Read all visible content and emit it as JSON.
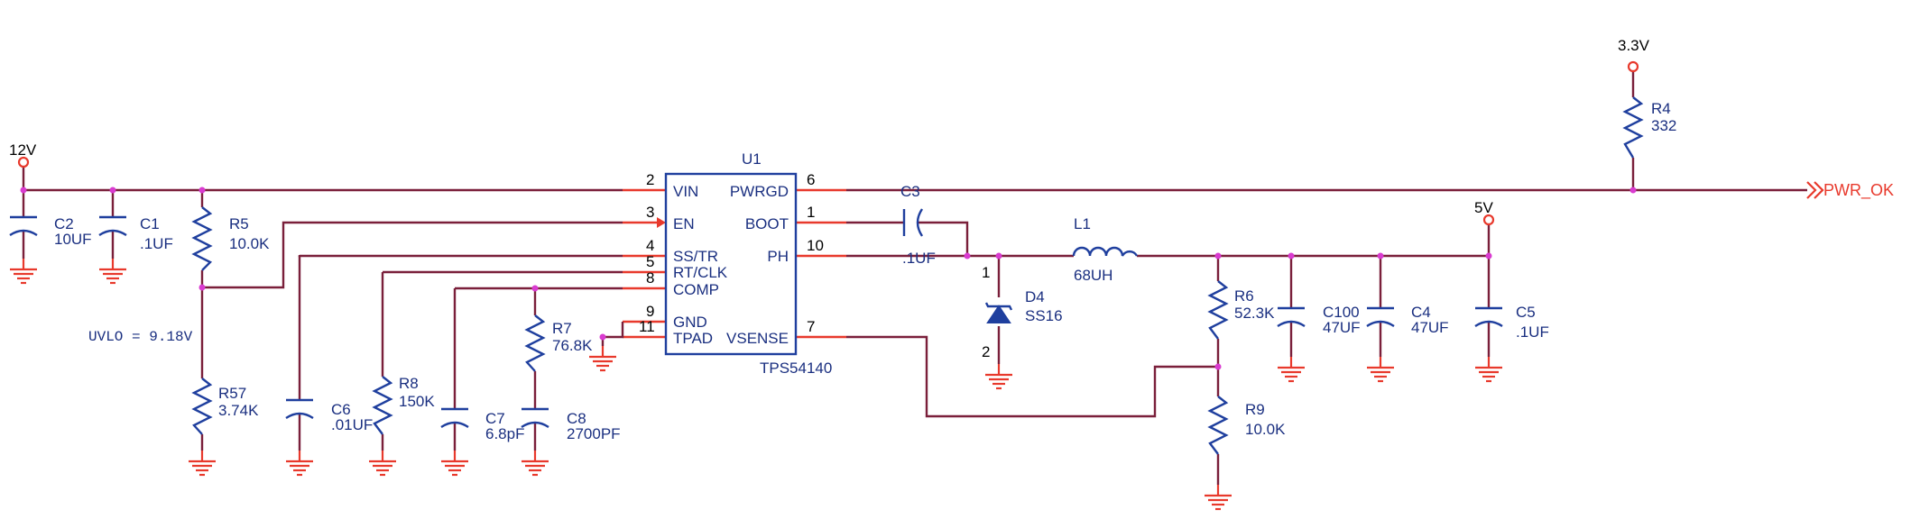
{
  "nets": {
    "v12": "12V",
    "v33": "3.3V",
    "v5": "5V",
    "pwr_ok": "PWR_OK"
  },
  "ic": {
    "ref": "U1",
    "part": "TPS54140",
    "pins_left": [
      {
        "num": "2",
        "name": "VIN"
      },
      {
        "num": "3",
        "name": "EN"
      },
      {
        "num": "4",
        "name": "SS/TR"
      },
      {
        "num": "5",
        "name": "RT/CLK"
      },
      {
        "num": "8",
        "name": "COMP"
      },
      {
        "num": "9",
        "name": "GND"
      },
      {
        "num": "11",
        "name": "TPAD"
      }
    ],
    "pins_right": [
      {
        "num": "6",
        "name": "PWRGD"
      },
      {
        "num": "1",
        "name": "BOOT"
      },
      {
        "num": "10",
        "name": "PH"
      },
      {
        "num": "7",
        "name": "VSENSE"
      }
    ]
  },
  "components": {
    "C2": {
      "ref": "C2",
      "value": "10UF"
    },
    "C1": {
      "ref": "C1",
      "value": ".1UF"
    },
    "R5": {
      "ref": "R5",
      "value": "10.0K"
    },
    "R57": {
      "ref": "R57",
      "value": "3.74K"
    },
    "C6": {
      "ref": "C6",
      "value": ".01UF"
    },
    "R8": {
      "ref": "R8",
      "value": "150K"
    },
    "C7": {
      "ref": "C7",
      "value": "6.8pF"
    },
    "R7": {
      "ref": "R7",
      "value": "76.8K"
    },
    "C8": {
      "ref": "C8",
      "value": "2700PF"
    },
    "C3": {
      "ref": "C3",
      "value": ".1UF"
    },
    "D4": {
      "ref": "D4",
      "value": "SS16",
      "pin1": "1",
      "pin2": "2"
    },
    "L1": {
      "ref": "L1",
      "value": "68UH"
    },
    "R6": {
      "ref": "R6",
      "value": "52.3K"
    },
    "R9": {
      "ref": "R9",
      "value": "10.0K"
    },
    "C100": {
      "ref": "C100",
      "value": "47UF"
    },
    "C4": {
      "ref": "C4",
      "value": "47UF"
    },
    "C5": {
      "ref": "C5",
      "value": ".1UF"
    },
    "R4": {
      "ref": "R4",
      "value": "332"
    }
  },
  "annotations": {
    "uvlo": "UVLO = 9.18V"
  },
  "colors": {
    "wire": "#7a1f3a",
    "pin": "#e8392c",
    "part": "#1f3f9e",
    "junction": "#d93bd0"
  }
}
